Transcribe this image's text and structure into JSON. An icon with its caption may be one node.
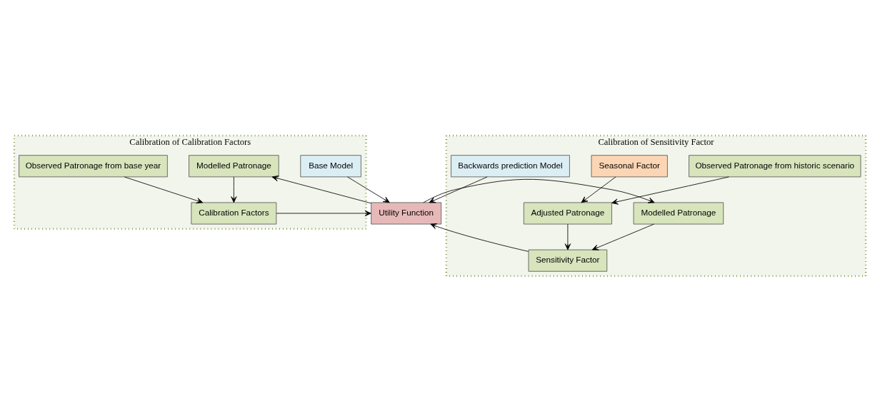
{
  "diagram": {
    "nodes": [
      {
        "text": [
          "Calibration of Calibration Factors"
        ]
      },
      {
        "text": [
          "Base Model"
        ],
        "in": 0
      },
      {
        "text": [
          "Calibration Factors"
        ],
        "in": 0
      },
      {
        "text": [
          "Observed Patronage from base year"
        ],
        "in": 0
      },
      {
        "text": [
          "Modelled Patronage"
        ],
        "in": 0
      },
      {
        "text": [
          "Calibration of Sensitivity Factor"
        ]
      },
      {
        "text": [
          "Backwards prediction Model"
        ],
        "in": 5
      },
      {
        "text": [
          "Sensitivity Factor"
        ],
        "in": 5
      },
      {
        "text": [
          "Observed Patronage from historic scenario"
        ],
        "in": 5
      },
      {
        "text": [
          "Adjusted Patronage"
        ],
        "in": 5
      },
      {
        "text": [
          "Modelled Patronage"
        ],
        "in": 5
      },
      {
        "text": [
          "Seasonal Factor"
        ],
        "in": 5
      },
      {
        "text": [
          "Utility Function"
        ]
      }
    ],
    "edges": [
      {
        "from": 1,
        "to": 12,
        "arrow": "to"
      },
      {
        "from": 6,
        "to": 12,
        "arrow": "to"
      },
      {
        "from": 2,
        "to": 12,
        "arrow": "to"
      },
      {
        "from": 3,
        "to": 2,
        "arrow": "to"
      },
      {
        "from": 4,
        "to": 2,
        "arrow": "to"
      },
      {
        "from": 7,
        "to": 12,
        "arrow": "to"
      },
      {
        "from": 8,
        "to": 9,
        "arrow": "to"
      },
      {
        "from": 11,
        "to": 9,
        "arrow": "to"
      },
      {
        "from": 9,
        "to": 7,
        "arrow": "to"
      },
      {
        "from": 10,
        "to": 7,
        "arrow": "to"
      },
      {
        "from": 12,
        "to": 4,
        "arrow": "to"
      },
      {
        "from": 12,
        "to": 10,
        "arrow": "to"
      }
    ]
  }
}
